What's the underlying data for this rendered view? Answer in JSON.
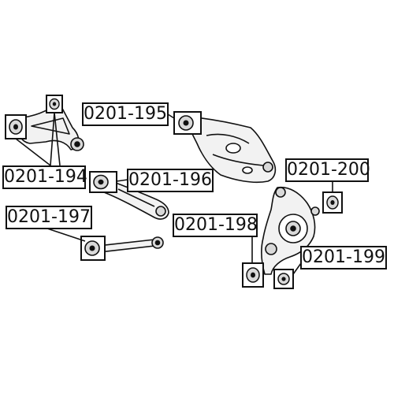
{
  "colors": {
    "ink": "#111111",
    "paper": "#ffffff",
    "part_fill": "#f2f2f2",
    "bushing_fill": "#d9d9d9"
  },
  "labels": {
    "p194": "0201-194",
    "p195": "0201-195",
    "p196": "0201-196",
    "p197": "0201-197",
    "p198": "0201-198",
    "p199": "0201-199",
    "p200": "0201-200"
  }
}
